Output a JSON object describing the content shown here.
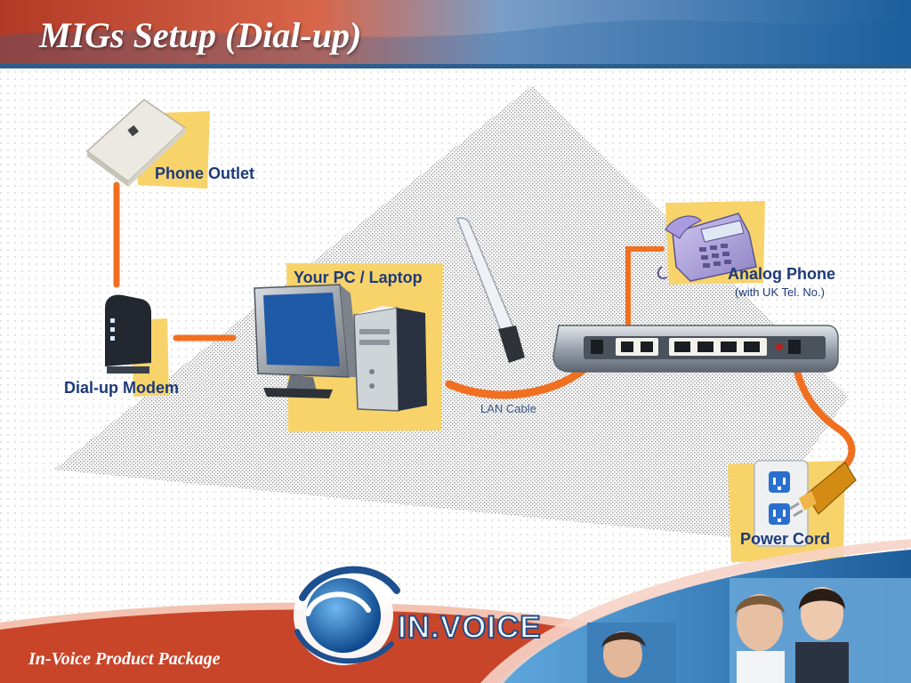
{
  "slide": {
    "title": "MIGs Setup (Dial-up)",
    "footer": "In-Voice Product Package"
  },
  "brand": {
    "logo_text": "IN.VOICE",
    "accent_orange": "#f07020",
    "label_blue": "#1d3a7a",
    "highlight_yellow": "#f7d36a",
    "banner_blue": "#1e6fb0",
    "banner_red": "#c8452a"
  },
  "diagram": {
    "devices": {
      "phone_outlet": {
        "label": "Phone Outlet",
        "icon": "wall-phone-jack-icon"
      },
      "modem": {
        "label": "Dial-up Modem",
        "icon": "modem-icon"
      },
      "pc": {
        "label": "Your PC / Laptop",
        "icon": "desktop-computer-icon"
      },
      "router": {
        "icon": "wireless-router-icon"
      },
      "phone": {
        "label": "Analog Phone",
        "sublabel": "(with UK Tel. No.)",
        "icon": "telephone-icon"
      },
      "power": {
        "label": "Power Cord",
        "icon": "power-outlet-icon"
      }
    },
    "cables": {
      "lan": "LAN Cable"
    }
  }
}
